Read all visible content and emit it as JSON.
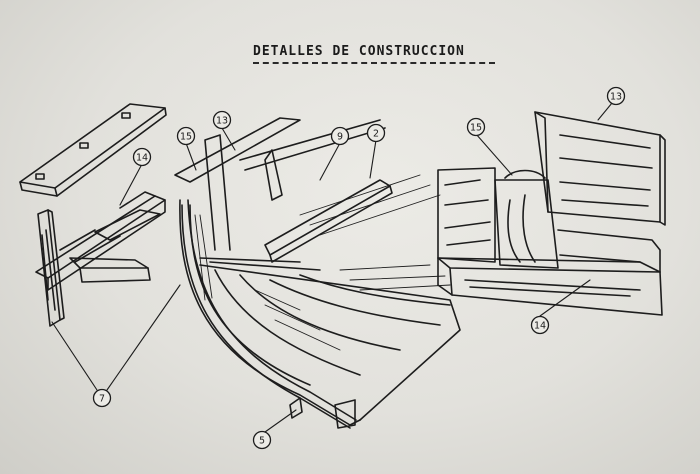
{
  "title": "DETALLES DE CONSTRUCCION",
  "callouts": [
    {
      "id": "c13a",
      "label": "13"
    },
    {
      "id": "c15a",
      "label": "15"
    },
    {
      "id": "c9",
      "label": "9"
    },
    {
      "id": "c2",
      "label": "2"
    },
    {
      "id": "c14a",
      "label": "14"
    },
    {
      "id": "c7",
      "label": "7"
    },
    {
      "id": "c5",
      "label": "5"
    },
    {
      "id": "c15b",
      "label": "15"
    },
    {
      "id": "c13b",
      "label": "13"
    },
    {
      "id": "c14b",
      "label": "14"
    }
  ],
  "colors": {
    "ink": "#1d1d1d",
    "paper": "#e6e5e0"
  }
}
